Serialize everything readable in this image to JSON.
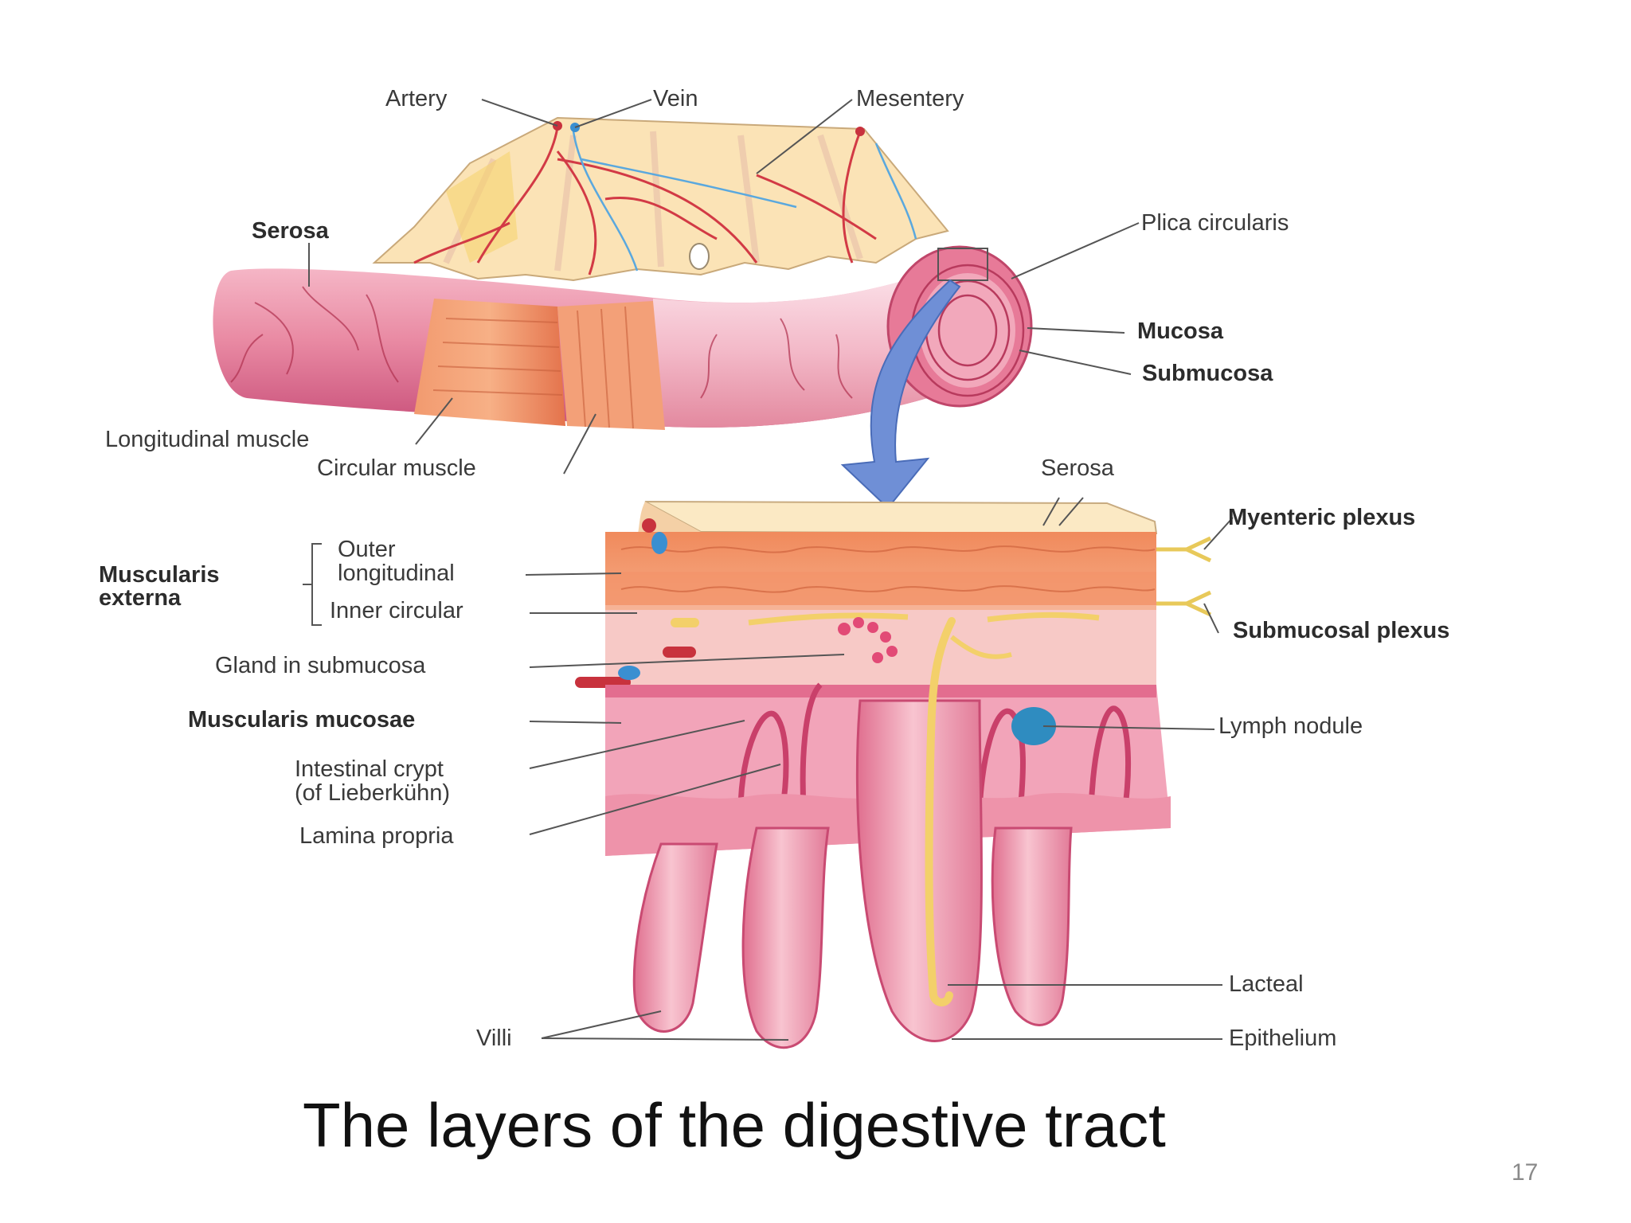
{
  "labels": {
    "artery": "Artery",
    "vein": "Vein",
    "mesentery": "Mesentery",
    "serosa_top": "Serosa",
    "plica_circularis": "Plica circularis",
    "mucosa": "Mucosa",
    "submucosa": "Submucosa",
    "longitudinal_muscle": "Longitudinal muscle",
    "circular_muscle": "Circular muscle",
    "serosa_bottom": "Serosa",
    "myenteric_plexus": "Myenteric plexus",
    "muscularis_externa": "Muscularis externa",
    "outer_longitudinal_1": "Outer",
    "outer_longitudinal_2": "longitudinal",
    "inner_circular": "Inner circular",
    "submucosal_plexus": "Submucosal plexus",
    "gland_in_submucosa": "Gland in submucosa",
    "muscularis_mucosae": "Muscularis mucosae",
    "lymph_nodule": "Lymph nodule",
    "intestinal_crypt_1": "Intestinal crypt",
    "intestinal_crypt_2": "(of Lieberkühn)",
    "lamina_propria": "Lamina propria",
    "lacteal": "Lacteal",
    "villi": "Villi",
    "epithelium": "Epithelium"
  },
  "caption": "The layers of the digestive tract",
  "page_number": "17",
  "colors": {
    "tissue_pink": "#e8839d",
    "muscle_orange": "#ee8a5e",
    "mesentery_cream": "#fbe3b6",
    "vessel_red": "#c8323d",
    "vein_blue": "#3a8fd1",
    "arrow_blue": "#6f8fd6",
    "lacteal_yellow": "#f3d06a"
  }
}
